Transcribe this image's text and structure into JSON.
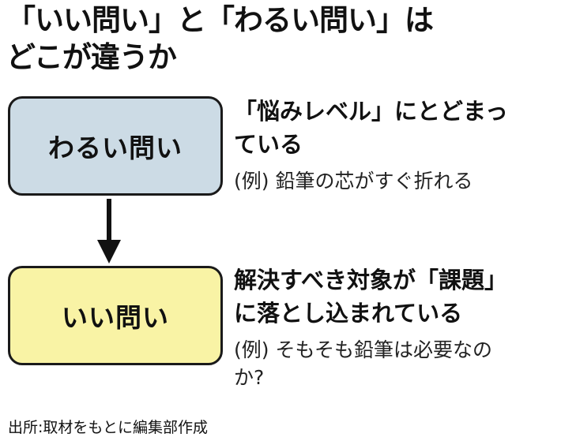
{
  "title": {
    "line1": "「いい問い」と「わるい問い」は",
    "line2": "どこが違うか"
  },
  "diagram": {
    "bad": {
      "label": "わるい問い",
      "description": "「悩みレベル」にとどまっている",
      "example": "(例) 鉛筆の芯がすぐ折れる",
      "box_color": "#ccdbe5"
    },
    "good": {
      "label": "いい問い",
      "description": "解決すべき対象が「課題」に落とし込まれている",
      "example": "(例) そもそも鉛筆は必要なのか?",
      "box_color": "#f9f3a5"
    },
    "arrow_color": "#111111"
  },
  "source": "出所:取材をもとに編集部作成"
}
